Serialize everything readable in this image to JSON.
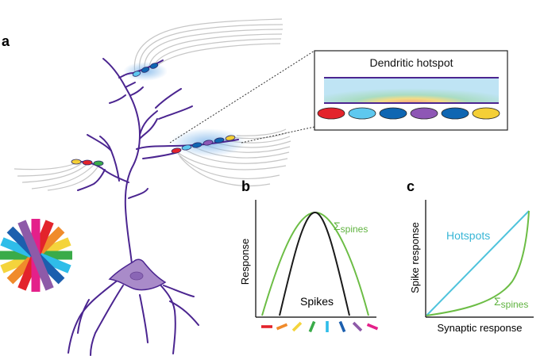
{
  "panels": {
    "a": {
      "label": "a",
      "inset_title": "Dendritic hotspot",
      "inset_spine_colors": [
        "#e3232b",
        "#5ec8ef",
        "#0f66b2",
        "#8e57b5",
        "#0f66b2",
        "#f4cf36"
      ]
    },
    "b": {
      "label": "b",
      "ylabel": "Response",
      "curve_labels": {
        "spines": "Σ",
        "spines_sub": "spines",
        "spikes": "Spikes"
      },
      "orientation_bar_colors": [
        "#e3232b",
        "#f08b2b",
        "#f4d43c",
        "#3aab49",
        "#2fbde9",
        "#1c5fae",
        "#8e5aa8",
        "#e4208a"
      ]
    },
    "c": {
      "label": "c",
      "xlabel": "Synaptic response",
      "ylabel": "Spike response",
      "curve_labels": {
        "hotspots": "Hotspots",
        "spines": "Σ",
        "spines_sub": "spines"
      }
    }
  },
  "colors": {
    "dendrite": "#4b2590",
    "soma": "#a98bc9",
    "axon_fiber": "#c6c6c6",
    "green_curve": "#6cbd45",
    "black_curve": "#1a1a1a",
    "hotspot_line": "#4fc3dc",
    "hotspot_text": "#38b6d6",
    "spines_text": "#5fb33f"
  },
  "wheel_colors": [
    "#e3232b",
    "#f08b2b",
    "#f4d43c",
    "#3aab49",
    "#2fbde9",
    "#1c5fae",
    "#8e5aa8",
    "#e4208a"
  ]
}
